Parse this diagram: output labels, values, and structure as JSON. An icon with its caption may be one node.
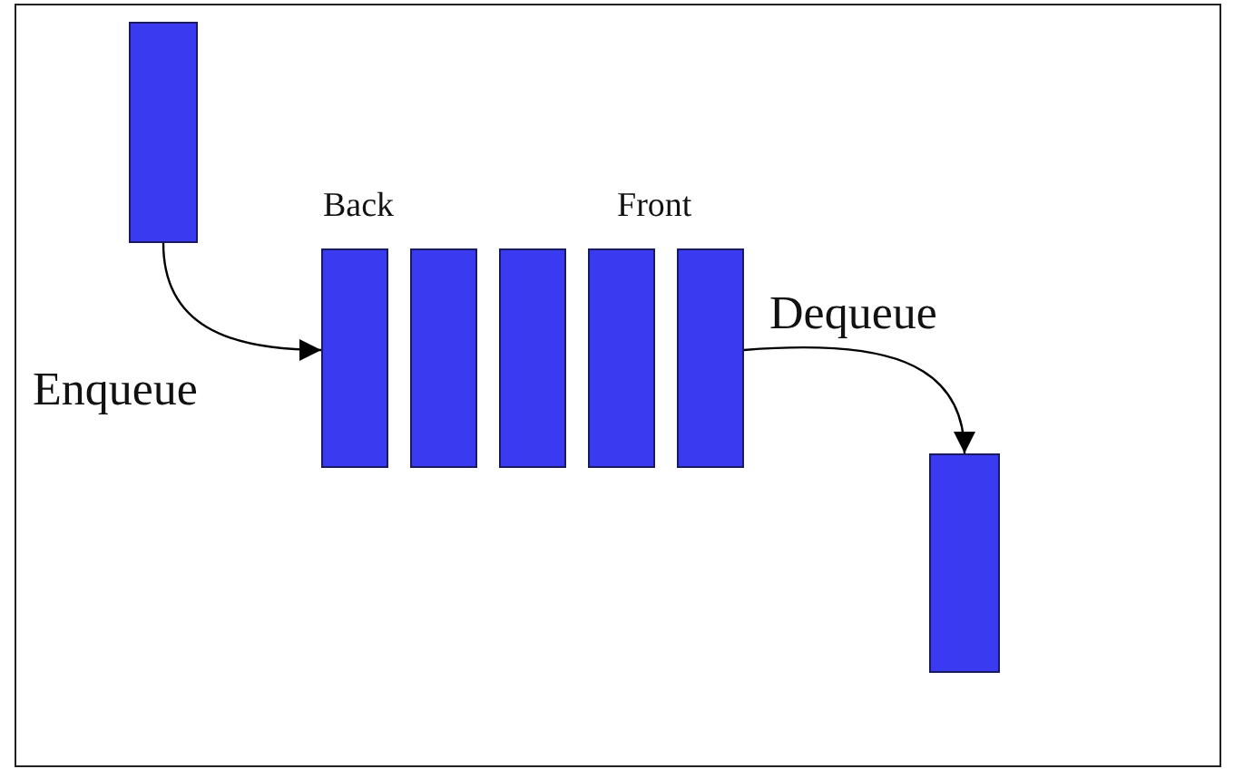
{
  "diagram": {
    "nodes": [
      {
        "text": [],
        "shape": "bar"
      },
      {
        "text": [],
        "shape": "bar",
        "beside": [
          "Back"
        ]
      },
      {
        "text": [],
        "shape": "bar"
      },
      {
        "text": [],
        "shape": "bar"
      },
      {
        "text": [],
        "shape": "bar"
      },
      {
        "text": [],
        "shape": "bar",
        "beside": [
          "Front"
        ]
      },
      {
        "text": [],
        "shape": "bar"
      }
    ],
    "edges": [
      {
        "from": 0,
        "to": 1,
        "arrow": "to",
        "label": "Enqueue"
      },
      {
        "from": 5,
        "to": 6,
        "arrow": "to",
        "label": "Dequeue"
      }
    ]
  }
}
